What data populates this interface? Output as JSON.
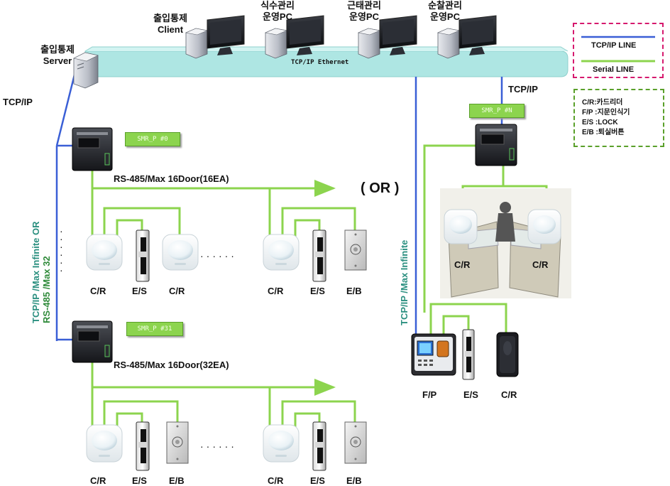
{
  "top_devices": [
    {
      "label_line1": "출입통제",
      "label_line2": "Client"
    },
    {
      "label_line1": "식수관리",
      "label_line2": "운영PC"
    },
    {
      "label_line1": "근태관리",
      "label_line2": "운영PC"
    },
    {
      "label_line1": "순찰관리",
      "label_line2": "운영PC"
    }
  ],
  "server": {
    "label_line1": "출입통제",
    "label_line2": "Server"
  },
  "ethernet_label": "TCP/IP Ethernet",
  "tcpip_left": "TCP/IP",
  "tcpip_right": "TCP/IP",
  "controllers": {
    "c0": "SMR_P #0",
    "c31": "SMR_P #31",
    "cn": "SMR_P #N"
  },
  "rs485_1": "RS-485/Max 16Door(16EA)",
  "rs485_2": "RS-485/Max 16Door(32EA)",
  "or_label": "( OR )",
  "vertical_left_line1": "TCP/IP /Max  Infinite OR",
  "vertical_left_line2": "RS-485 /Max  32",
  "vertical_right": "TCP/IP /Max  Infinite",
  "device_labels": {
    "cr": "C/R",
    "es": "E/S",
    "eb": "E/B",
    "fp": "F/P"
  },
  "legend": {
    "tcpip_line": "TCP/IP LINE",
    "serial_line": "Serial LINE",
    "entries": [
      "C/R:카드리더",
      "F/P :지문인식기",
      "E/S :LOCK",
      "E/B :퇴실버튼"
    ]
  },
  "colors": {
    "tcpip_line": "#3a5fd6",
    "serial_line": "#8cd44e",
    "ethernet_bar": "#aee6e3",
    "legend_tcp_border": "#d6196e",
    "legend_serial_border": "#5aa02a",
    "vertical_teal": "#2a8f7f",
    "vertical_green": "#2f8a3a"
  }
}
